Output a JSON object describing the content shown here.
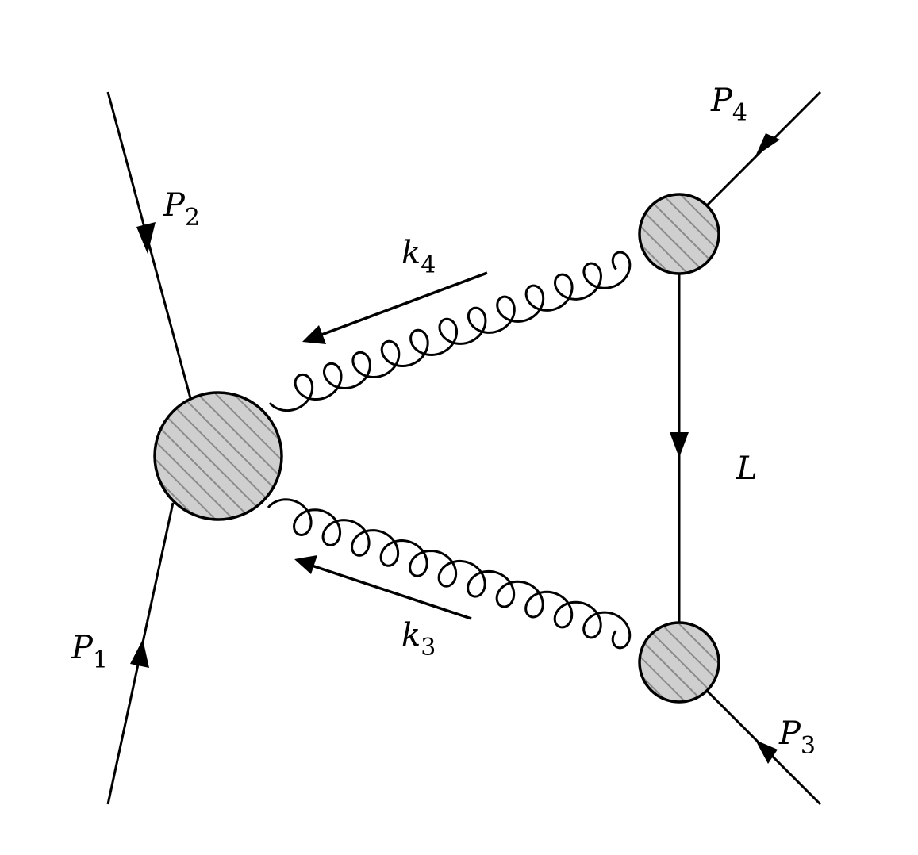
{
  "diagram": {
    "external_lines": [
      {
        "id": "p1",
        "label": "P",
        "sub": "1"
      },
      {
        "id": "p2",
        "label": "P",
        "sub": "2"
      },
      {
        "id": "p3",
        "label": "P",
        "sub": "3"
      },
      {
        "id": "p4",
        "label": "P",
        "sub": "4"
      }
    ],
    "gluons": [
      {
        "id": "k4",
        "label": "k",
        "sub": "4"
      },
      {
        "id": "k3",
        "label": "k",
        "sub": "3"
      }
    ],
    "internal_line": {
      "label": "L"
    },
    "blob_fill": "#cfcfcf",
    "hatch_color": "#8a8a8a",
    "line_color": "#000000"
  }
}
